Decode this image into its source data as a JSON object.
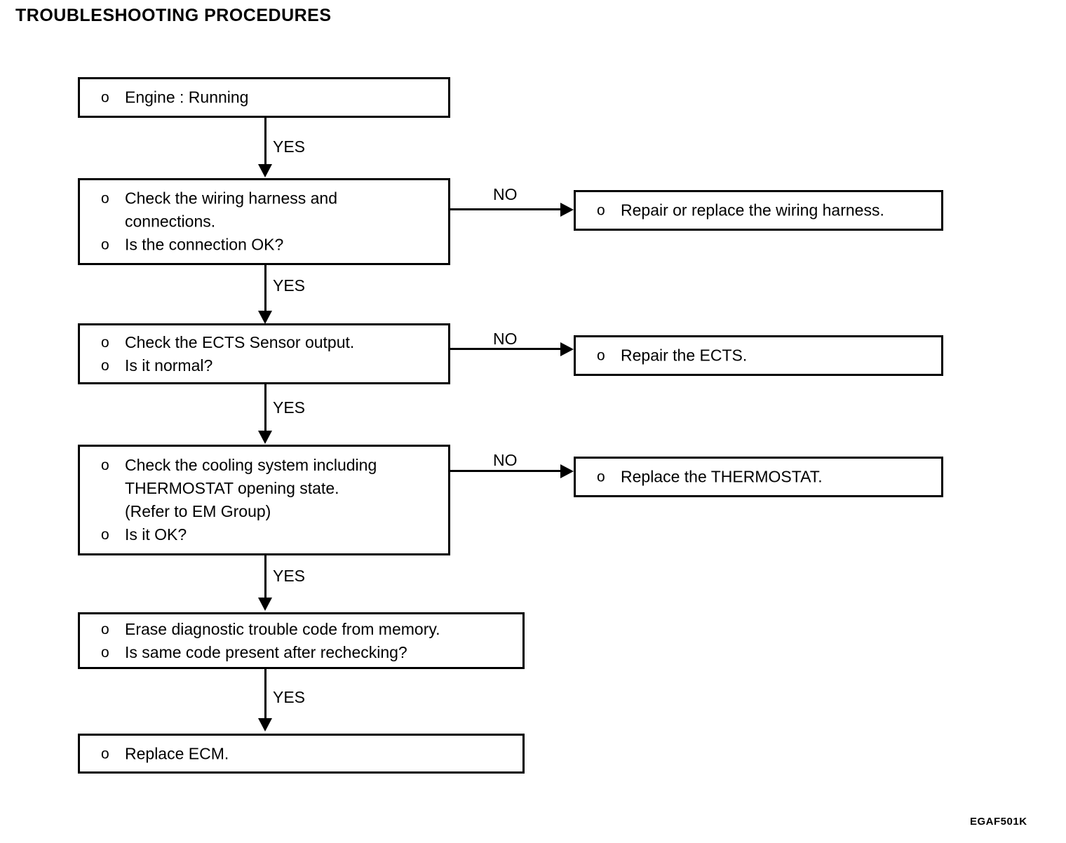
{
  "page": {
    "title": "TROUBLESHOOTING PROCEDURES",
    "footer_code": "EGAF501K",
    "bullet_glyph": "o",
    "ink_color": "#000000",
    "background_color": "#ffffff"
  },
  "flow": {
    "boxes": [
      {
        "id": "engine-running",
        "lines": [
          {
            "bullet": true,
            "text": "Engine : Running"
          }
        ]
      },
      {
        "id": "check-wiring-harness",
        "lines": [
          {
            "bullet": true,
            "text": "Check the wiring harness and"
          },
          {
            "bullet": false,
            "text": "connections."
          },
          {
            "bullet": true,
            "text": "Is the connection OK?"
          }
        ]
      },
      {
        "id": "repair-wiring-harness",
        "lines": [
          {
            "bullet": true,
            "text": "Repair or replace the wiring harness."
          }
        ]
      },
      {
        "id": "check-ects-sensor-output",
        "lines": [
          {
            "bullet": true,
            "text": "Check the ECTS Sensor output."
          },
          {
            "bullet": true,
            "text": "Is it normal?"
          }
        ]
      },
      {
        "id": "repair-ects",
        "lines": [
          {
            "bullet": true,
            "text": "Repair the ECTS."
          }
        ]
      },
      {
        "id": "check-cooling-system",
        "lines": [
          {
            "bullet": true,
            "text": "Check the cooling system including"
          },
          {
            "bullet": false,
            "text": "THERMOSTAT opening state."
          },
          {
            "bullet": false,
            "text": "(Refer to EM Group)"
          },
          {
            "bullet": true,
            "text": "Is it OK?"
          }
        ]
      },
      {
        "id": "replace-thermostat",
        "lines": [
          {
            "bullet": true,
            "text": "Replace the THERMOSTAT."
          }
        ]
      },
      {
        "id": "erase-diagnostic-code",
        "lines": [
          {
            "bullet": true,
            "text": "Erase diagnostic trouble code from memory."
          },
          {
            "bullet": true,
            "text": "Is same code present after rechecking?"
          }
        ]
      },
      {
        "id": "replace-ecm",
        "lines": [
          {
            "bullet": true,
            "text": "Replace ECM."
          }
        ]
      }
    ],
    "edge_labels": {
      "yes_1": "YES",
      "yes_2": "YES",
      "yes_3": "YES",
      "yes_4": "YES",
      "yes_5": "YES",
      "no_1": "NO",
      "no_2": "NO",
      "no_3": "NO"
    }
  }
}
